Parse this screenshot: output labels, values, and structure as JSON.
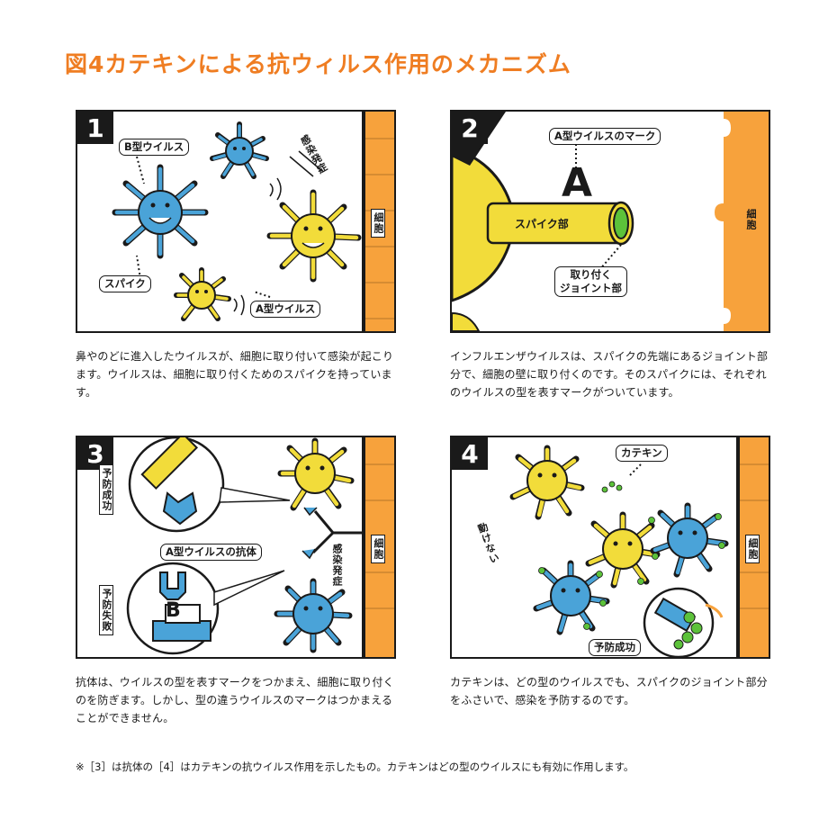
{
  "title": "図4カテキンによる抗ウィルス作用のメカニズム",
  "panels": [
    {
      "number": "1",
      "labels": {
        "b_virus": "B型ウイルス",
        "a_virus": "A型ウイルス",
        "spike": "スパイク",
        "infection": "感染発症",
        "cell": "細胞"
      },
      "caption": "鼻やのどに進入したウイルスが、細胞に取り付いて感染が起こります。ウイルスは、細胞に取り付くためのスパイクを持っています。"
    },
    {
      "number": "2",
      "labels": {
        "a_mark": "A型ウイルスのマーク",
        "mark_letter": "A",
        "spike_part": "スパイク部",
        "joint": "取り付く\nジョイント部",
        "cell": "細胞"
      },
      "caption": "インフルエンザウイルスは、スパイクの先端にあるジョイント部分で、細胞の壁に取り付くのです。そのスパイクには、それぞれのウイルスの型を表すマークがついています。"
    },
    {
      "number": "3",
      "labels": {
        "prevent_success": "予防成功",
        "prevent_fail": "予防失敗",
        "antibody": "A型ウイルスの抗体",
        "infection": "感染発症",
        "cell": "細胞",
        "mark_letter": "B"
      },
      "caption": "抗体は、ウイルスの型を表すマークをつかまえ、細胞に取り付くのを防ぎます。しかし、型の違うウイルスのマークはつかまえることができません。"
    },
    {
      "number": "4",
      "labels": {
        "catechin": "カテキン",
        "cannot_move": "動けない",
        "prevent_success": "予防成功",
        "cell": "細胞"
      },
      "caption": "カテキンは、どの型のウイルスでも、スパイクのジョイント部分をふさいで、感染を予防するのです。"
    }
  ],
  "footnote": "※［3］は抗体の［4］はカテキンの抗ウイルス作用を示したもの。カテキンはどの型のウイルスにも有効に作用します。",
  "colors": {
    "title": "#ef7d22",
    "blue_virus": "#4aa3d8",
    "yellow_virus": "#f2dc3a",
    "cell_wall": "#f7a23c",
    "catechin": "#5cc23a"
  }
}
